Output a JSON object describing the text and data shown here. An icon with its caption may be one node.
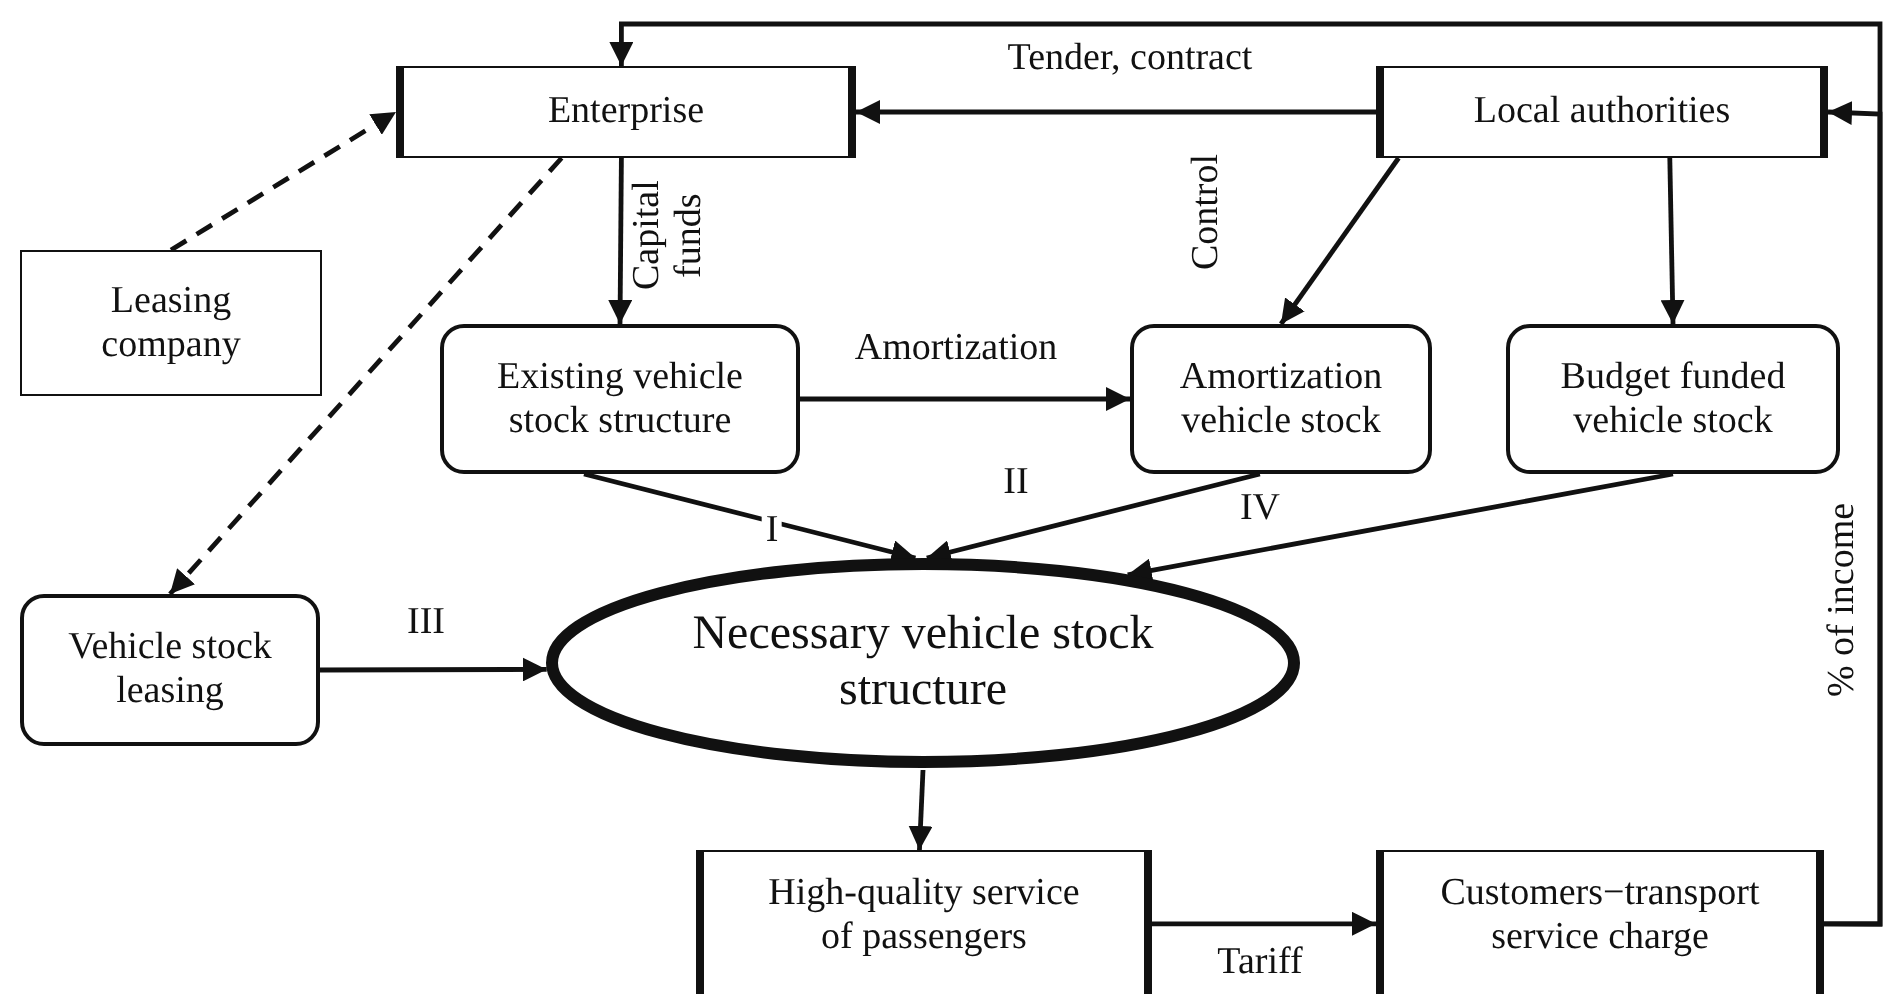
{
  "diagram": {
    "nodes": [
      {
        "text": [
          "Enterprise"
        ]
      },
      {
        "text": [
          "Local authorities"
        ]
      },
      {
        "text": [
          "Leasing company"
        ]
      },
      {
        "text": [
          "Existing vehicle stock structure"
        ]
      },
      {
        "text": [
          "Amortization vehicle stock"
        ]
      },
      {
        "text": [
          "Budget funded vehicle stock"
        ]
      },
      {
        "text": [
          "Vehicle stock leasing"
        ]
      },
      {
        "text": [
          "Necessary vehicle stock structure"
        ]
      },
      {
        "text": [
          "High-quality service of passengers"
        ]
      },
      {
        "text": [
          "Customers−transport service charge"
        ]
      }
    ],
    "edges": [
      {
        "from": 1,
        "to": 0,
        "arrow": "to",
        "label": "Tender, contract"
      },
      {
        "from": 9,
        "to": 1,
        "arrow": "to",
        "label": "% of income"
      },
      {
        "from": 9,
        "to": 0,
        "arrow": "to"
      },
      {
        "from": 2,
        "to": 0,
        "arrow": "to",
        "style": "dashed"
      },
      {
        "from": 0,
        "to": 6,
        "arrow": "to",
        "style": "dashed"
      },
      {
        "from": 0,
        "to": 3,
        "arrow": "to",
        "label": "Capital funds"
      },
      {
        "from": 3,
        "to": 4,
        "arrow": "to",
        "label": "Amortization"
      },
      {
        "from": 1,
        "to": 4,
        "arrow": "to",
        "label": "Control"
      },
      {
        "from": 1,
        "to": 5,
        "arrow": "to"
      },
      {
        "from": 3,
        "to": 7,
        "arrow": "to",
        "label": "I"
      },
      {
        "from": 4,
        "to": 7,
        "arrow": "to",
        "label": "II"
      },
      {
        "from": 5,
        "to": 7,
        "arrow": "to",
        "label": "IV"
      },
      {
        "from": 6,
        "to": 7,
        "arrow": "to",
        "label": "III"
      },
      {
        "from": 7,
        "to": 8,
        "arrow": "to"
      },
      {
        "from": 8,
        "to": 9,
        "arrow": "to",
        "label": "Tariff"
      }
    ]
  }
}
